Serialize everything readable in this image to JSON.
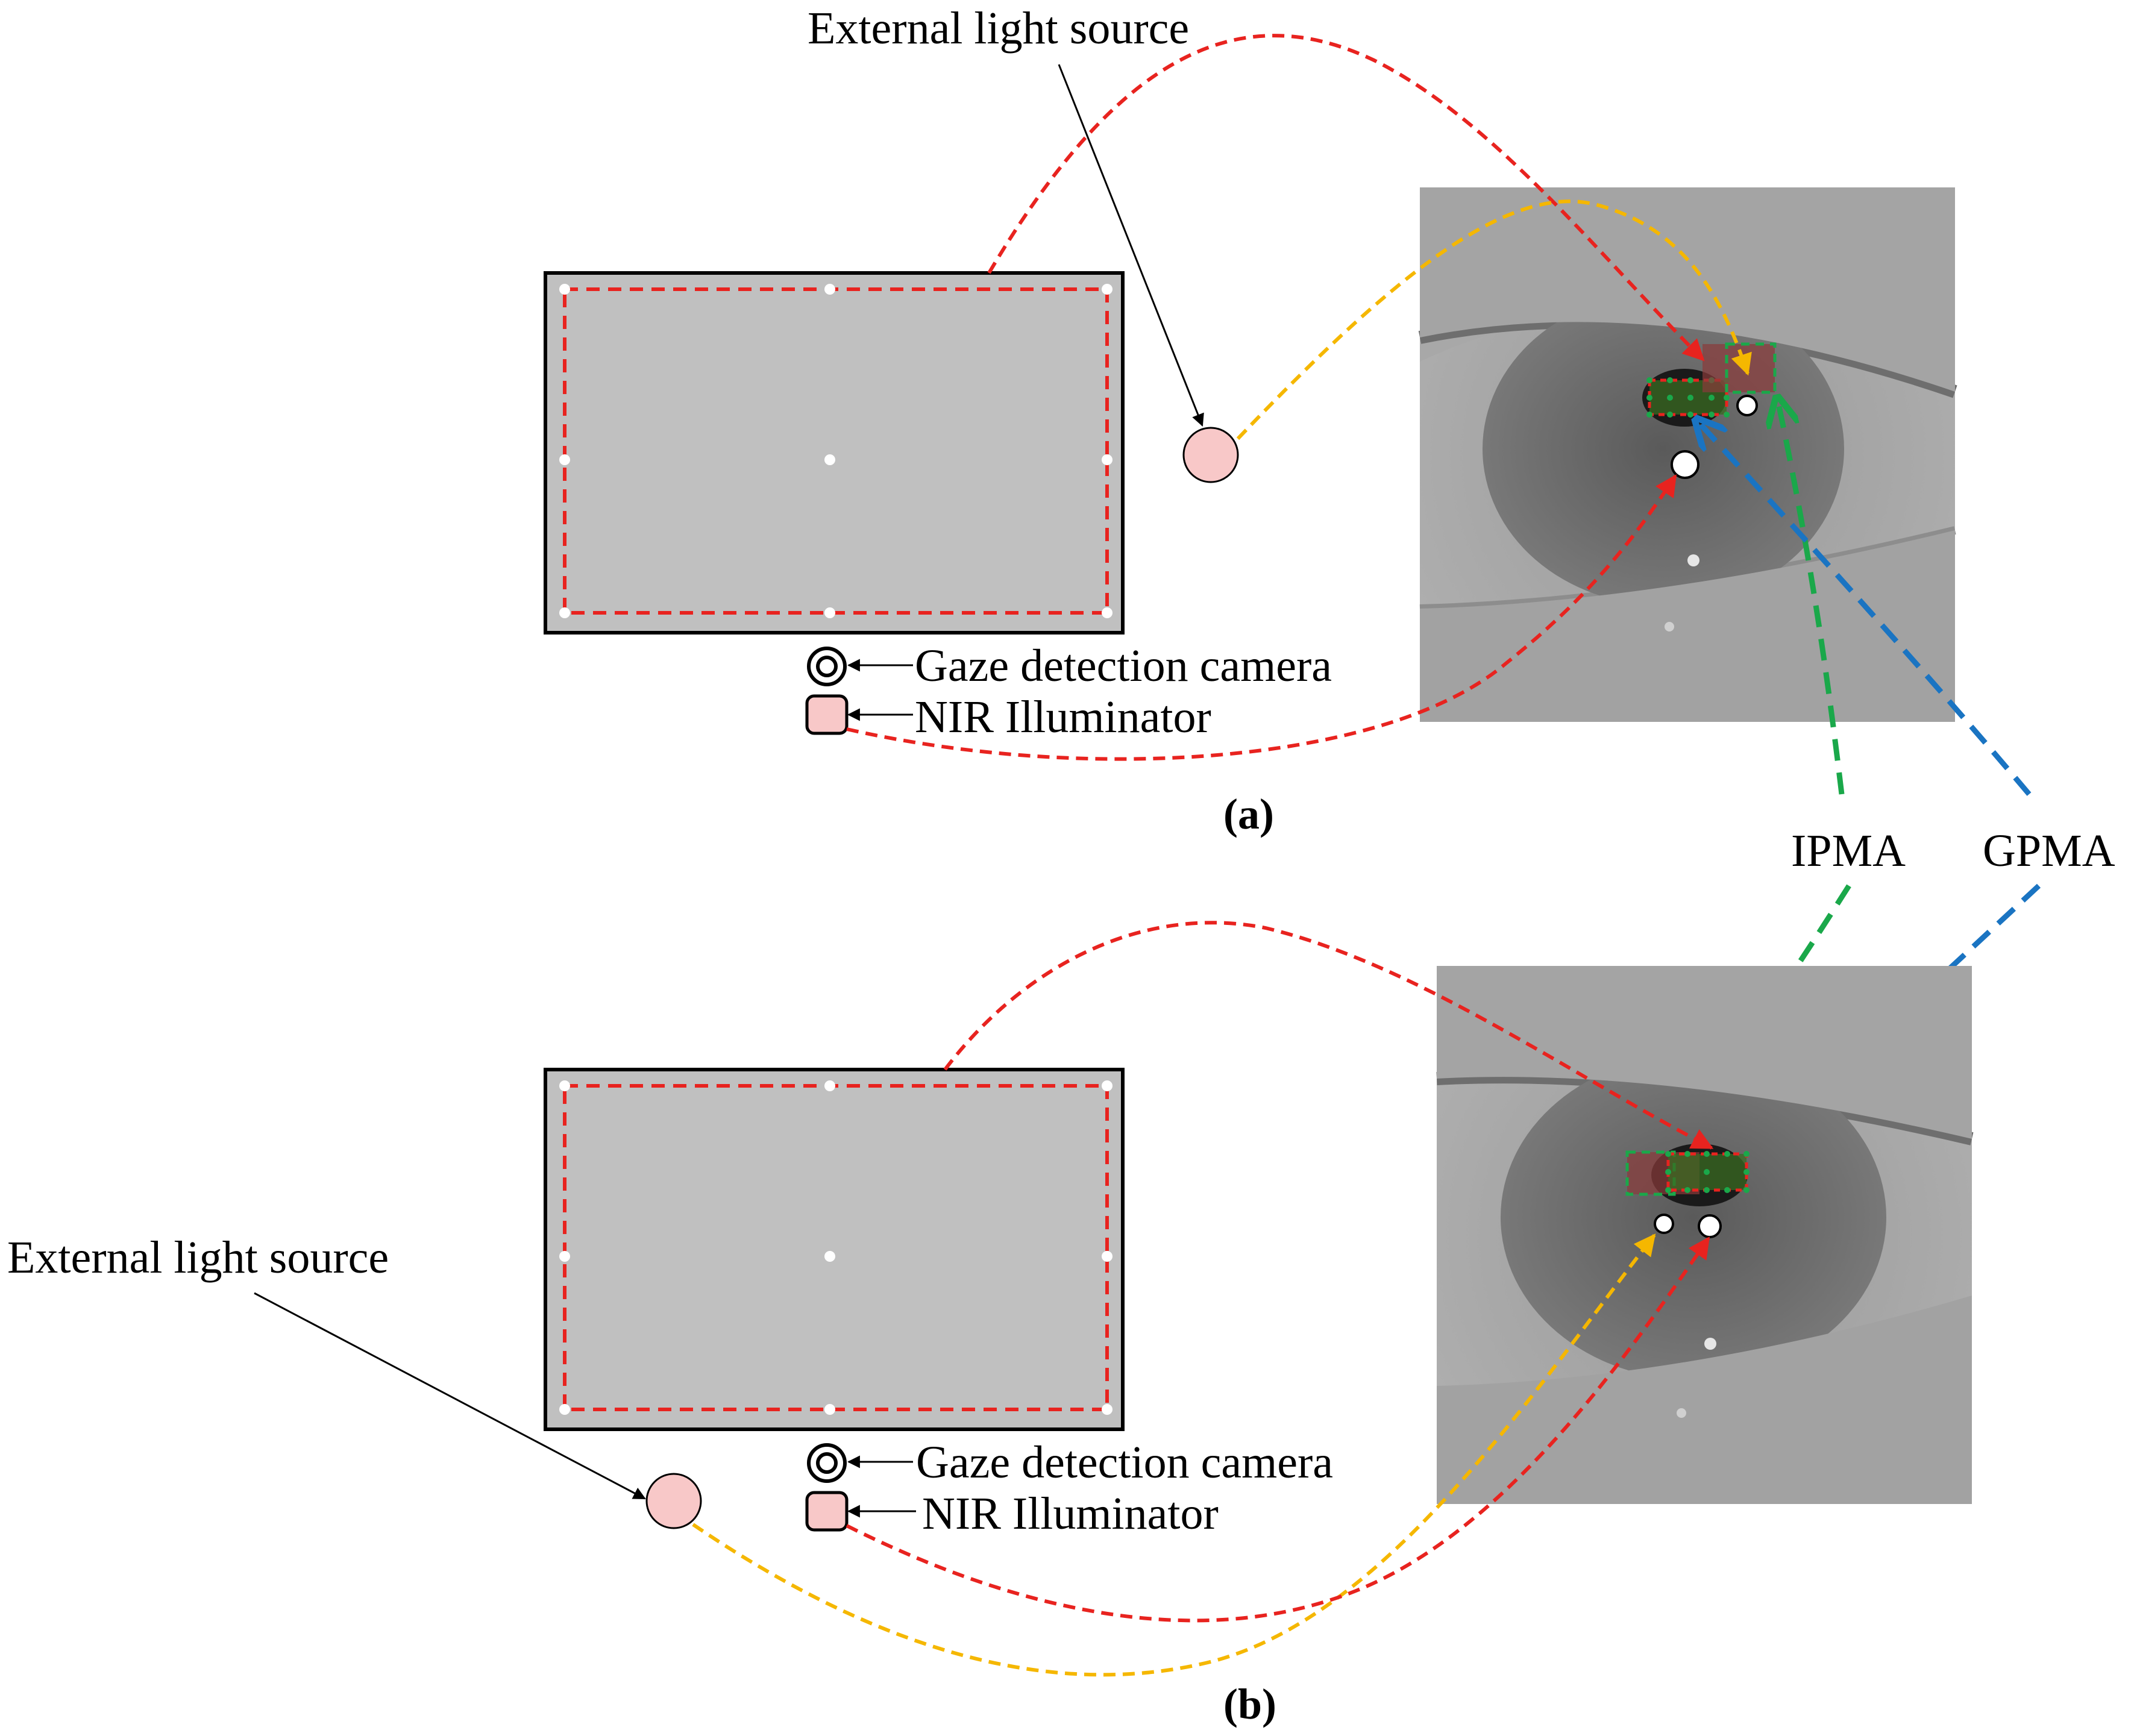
{
  "labels": {
    "external_light_source_a": "External light source",
    "gaze_camera_a": "Gaze detection camera",
    "nir_illuminator_a": "NIR Illuminator",
    "panel_a": "(a)",
    "ipma": "IPMA",
    "gpma": "GPMA",
    "external_light_source_b": "External light source",
    "gaze_camera_b": "Gaze detection camera",
    "nir_illuminator_b": "NIR Illuminator",
    "panel_b": "(b)"
  },
  "colors": {
    "red_path": "#e8231f",
    "orange_path": "#f5b700",
    "green_region": "#1aa84a",
    "blue_region": "#1a74c2",
    "screen_fill": "#c0c0c0",
    "light_source_fill": "#f8c8c8"
  },
  "icons": {
    "camera": "double-ring-camera-icon",
    "illuminator": "rounded-square-illuminator-icon",
    "light_source": "pink-circle-light-icon"
  }
}
